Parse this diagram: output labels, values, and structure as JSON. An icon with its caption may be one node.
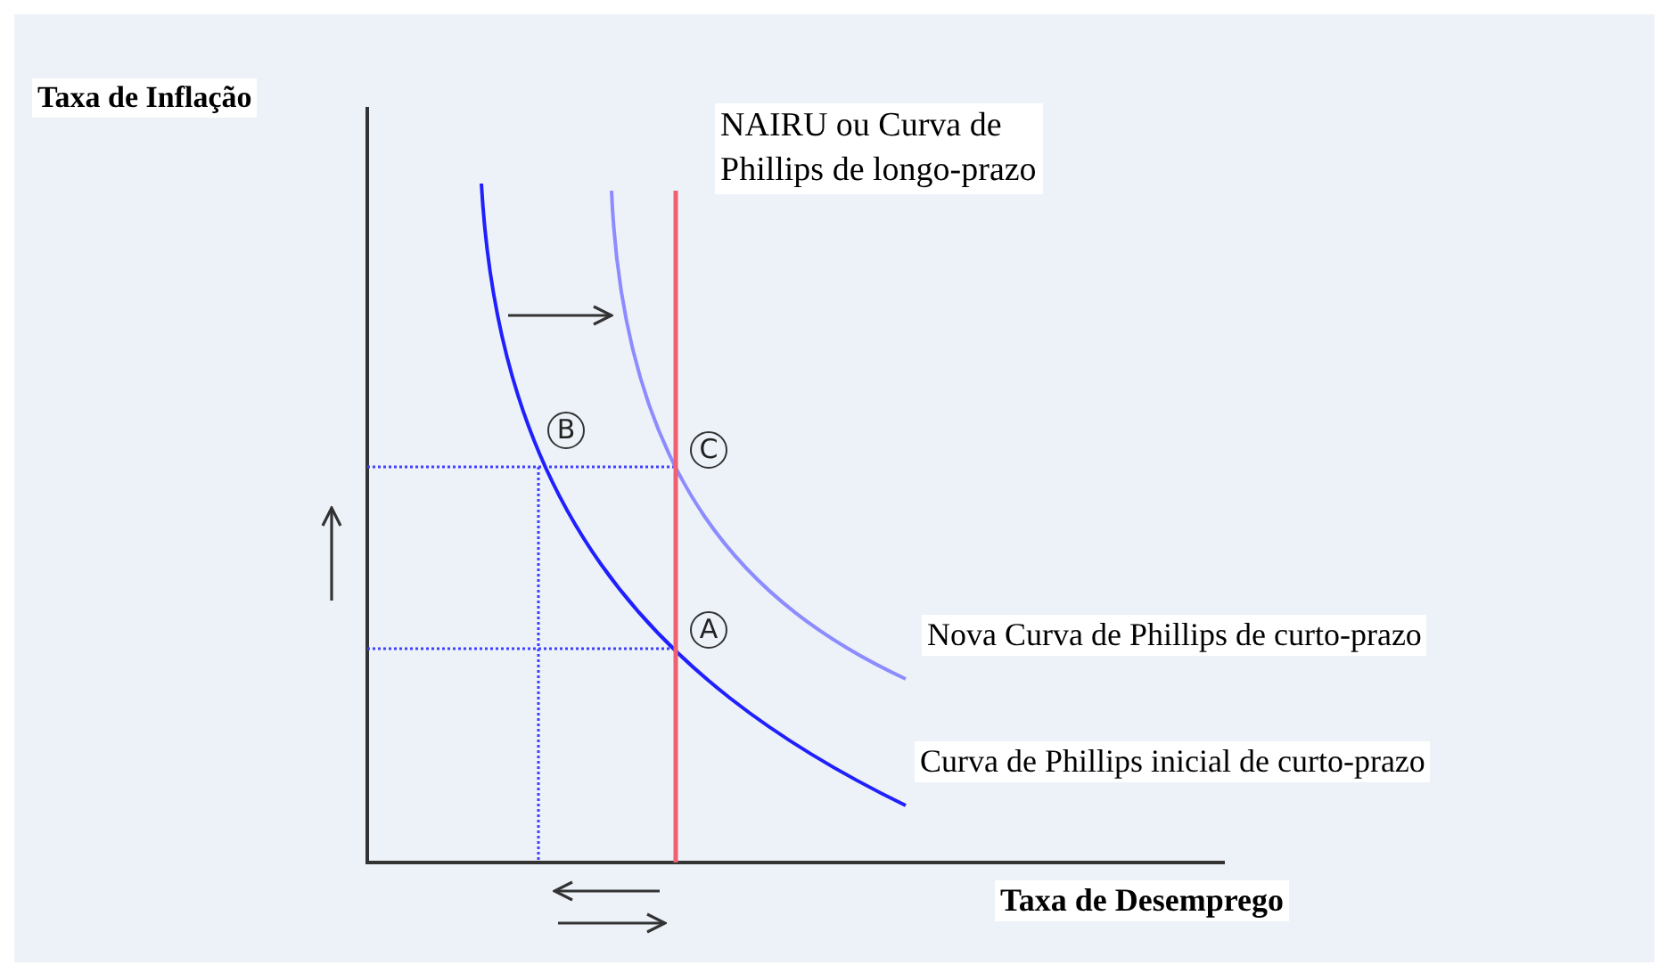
{
  "diagram": {
    "labels": [
      "Taxa de Inflação",
      "NAIRU ou Curva de Phillips de longo-prazo",
      "B",
      "C",
      "A",
      "Nova Curva de Phillips de curto-prazo",
      "Curva de Phillips inicial de curto-prazo",
      "Taxa de Desemprego"
    ]
  }
}
